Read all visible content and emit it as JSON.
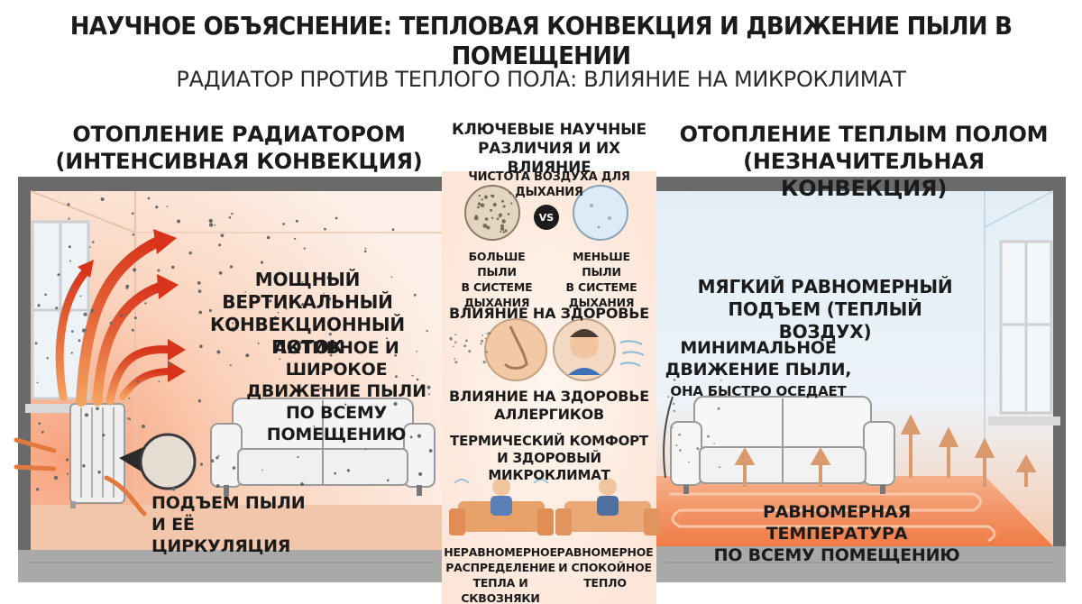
{
  "title": "НАУЧНОЕ ОБЪЯСНЕНИЕ: ТЕПЛОВАЯ КОНВЕКЦИЯ И ДВИЖЕНИЕ ПЫЛИ В ПОМЕЩЕНИИ",
  "subtitle": "РАДИАТОР ПРОТИВ ТЕПЛОГО ПОЛА: ВЛИЯНИЕ НА МИКРОКЛИМАТ",
  "left": {
    "heading_line1": "ОТОПЛЕНИЕ РАДИАТОРОМ",
    "heading_line2": "(ИНТЕНСИВНАЯ КОНВЕКЦИЯ)",
    "flow_line1": "МОЩНЫЙ ВЕРТИКАЛЬНЫЙ",
    "flow_line2": "КОНВЕКЦИОННЫЙ ПОТОК",
    "dust_line1": "АКТИВНОЕ И ШИРОКОЕ",
    "dust_line2": "ДВИЖЕНИЕ ПЫЛИ",
    "dust_line3": "ПО ВСЕМУ ПОМЕЩЕНИЮ",
    "rise_line1": "ПОДЪЕМ ПЫЛИ",
    "rise_line2": "И ЕЁ ЦИРКУЛЯЦИЯ"
  },
  "right": {
    "heading_line1": "ОТОПЛЕНИЕ ТЕПЛЫМ ПОЛОМ",
    "heading_line2": "(НЕЗНАЧИТЕЛЬНАЯ КОНВЕКЦИЯ)",
    "rise_line1": "МЯГКИЙ РАВНОМЕРНЫЙ",
    "rise_line2": "ПОДЪЕМ (ТЕПЛЫЙ ВОЗДУХ)",
    "dust_line1": "МИНИМАЛЬНОЕ",
    "dust_line2": "ДВИЖЕНИЕ ПЫЛИ,",
    "dust_line3": "ОНА БЫСТРО ОСЕДАЕТ",
    "temp_line1": "РАВНОМЕРНАЯ ТЕМПЕРАТУРА",
    "temp_line2": "ПО ВСЕМУ ПОМЕЩЕНИЮ"
  },
  "middle": {
    "heading_line1": "КЛЮЧЕВЫЕ НАУЧНЫЕ",
    "heading_line2": "РАЗЛИЧИЯ И ИХ ВЛИЯНИЕ",
    "air_title": "ЧИСТОТА ВОЗДУХА ДЛЯ ДЫХАНИЯ",
    "vs": "VS",
    "more_dust": [
      "БОЛЬШЕ ПЫЛИ",
      "В СИСТЕМЕ",
      "ДЫХАНИЯ"
    ],
    "less_dust": [
      "МЕНЬШЕ ПЫЛИ",
      "В СИСТЕМЕ",
      "ДЫХАНИЯ"
    ],
    "health_title": "ВЛИЯНИЕ НА ЗДОРОВЬЕ",
    "allergy_line1": "ВЛИЯНИЕ НА ЗДОРОВЬЕ",
    "allergy_line2": "АЛЛЕРГИКОВ",
    "comfort_line1": "ТЕРМИЧЕСКИЙ КОМФОРТ",
    "comfort_line2": "И ЗДОРОВЫЙ МИКРОКЛИМАТ",
    "uneven": [
      "НЕРАВНОМЕРНОЕ",
      "РАСПРЕДЕЛЕНИЕ",
      "ТЕПЛА И СКВОЗНЯКИ"
    ],
    "even": [
      "РАВНОМЕРНОЕ",
      "И СПОКОЙНОЕ",
      "ТЕПЛО"
    ]
  },
  "colors": {
    "wall_frame": "#5d5d5d",
    "floor": "#a9a9a9",
    "warm": "#f6b48c",
    "hot_arrow": "#e2401f",
    "cool": "#d7e8f3",
    "floor_heat": "#f08a55"
  }
}
